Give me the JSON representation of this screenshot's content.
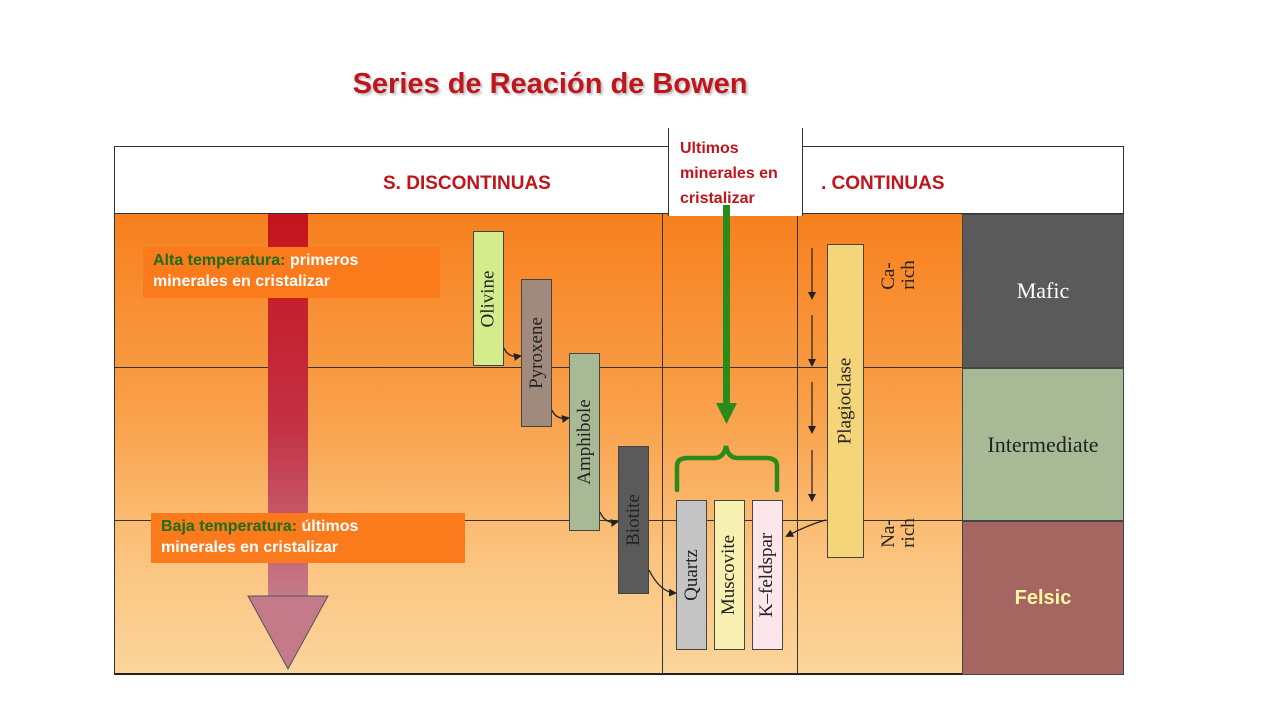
{
  "title": "Series de Reación de Bowen",
  "header": {
    "discontinuous": "S. DISCONTINUAS",
    "continuous": ". CONTINUAS"
  },
  "callout": {
    "line1": "Ultimos",
    "line2": "minerales en",
    "line3": "cristalizar"
  },
  "notes": {
    "high_label": "Alta temperatura:",
    "high_rest_1": "primeros",
    "high_rest_2": "minerales en cristalizar",
    "low_label": "Baja temperatura:",
    "low_rest_1": "últimos",
    "low_rest_2": "minerales en cristalizar"
  },
  "minerals": {
    "olivine": "Olivine",
    "pyroxene": "Pyroxene",
    "amphibole": "Amphibole",
    "biotite": "Biotite",
    "quartz": "Quartz",
    "muscovite": "Muscovite",
    "kfeldspar": "K–feldspar",
    "plagioclase": "Plagioclase"
  },
  "plagioclase_ends": {
    "top": "Ca- rich",
    "top_1": "Ca-",
    "top_2": "rich",
    "bottom": "Na- rich",
    "bottom_1": "Na-",
    "bottom_2": "rich"
  },
  "rock_types": {
    "mafic": "Mafic",
    "intermediate": "Intermediate",
    "felsic": "Felsic"
  },
  "colors": {
    "title_red": "#c0151b",
    "orange": "#f7801e",
    "green_arrow": "#2a8a1a",
    "mafic": "#5a5a5a",
    "intermediate": "#a8b996",
    "felsic": "#a56661",
    "olivine": "#d4ec8c",
    "pyroxene": "#a08a7e",
    "amphibole": "#a8b996",
    "biotite": "#5a5a5a",
    "quartz": "#c4c4c4",
    "muscovite": "#f8f0b0",
    "kfeldspar": "#fce6ec",
    "plagioclase": "#f5d57a"
  }
}
